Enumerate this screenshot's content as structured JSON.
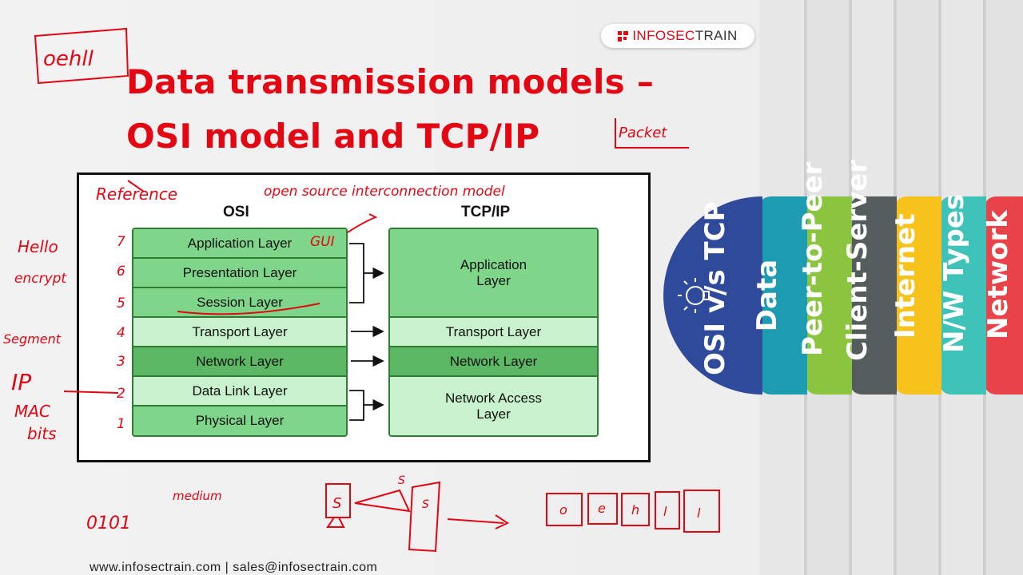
{
  "title": {
    "line1": "Data transmission models –",
    "line2": "OSI model and TCP/IP"
  },
  "logo": {
    "text_accent": "INFOSEC",
    "text_rest": "TRAIN"
  },
  "diagram": {
    "osi_title": "OSI",
    "tcpip_title": "TCP/IP",
    "osi_layers": [
      "Application Layer",
      "Presentation Layer",
      "Session Layer",
      "Transport Layer",
      "Network Layer",
      "Data Link Layer",
      "Physical Layer"
    ],
    "tcpip_layers": [
      "Application Layer",
      "Transport Layer",
      "Network Layer",
      "Network Access Layer"
    ]
  },
  "tabs": [
    "OSI v/s TCP",
    "Data",
    "Peer-to-Peer",
    "Client-Server",
    "Internet",
    "N/W Types",
    "Network"
  ],
  "tab_colors": [
    "#2f4a9a",
    "#1d9bb0",
    "#8bc53f",
    "#545c5e",
    "#f7c21b",
    "#3fc2b8",
    "#e8424a"
  ],
  "footer": {
    "contact": "www.infosectrain.com | sales@infosectrain.com"
  },
  "annotations": {
    "top_left_box": "oehll",
    "packet": "Packet",
    "reference": "Reference",
    "open_source": "open source interconnection model",
    "gui": "GUI",
    "hello": "Hello",
    "encrypt": "encrypt",
    "segment": "Segment",
    "ip": "IP",
    "mac": "MAC",
    "bits": "bits",
    "medium": "medium",
    "binary": "0101",
    "layer_numbers": [
      "7",
      "6",
      "5",
      "4",
      "3",
      "2",
      "1"
    ],
    "sketch_s1": "S",
    "sketch_s2": "S",
    "sketch_s3": "S",
    "sketch_boxes": [
      "o",
      "e",
      "h",
      "l",
      "l"
    ]
  }
}
